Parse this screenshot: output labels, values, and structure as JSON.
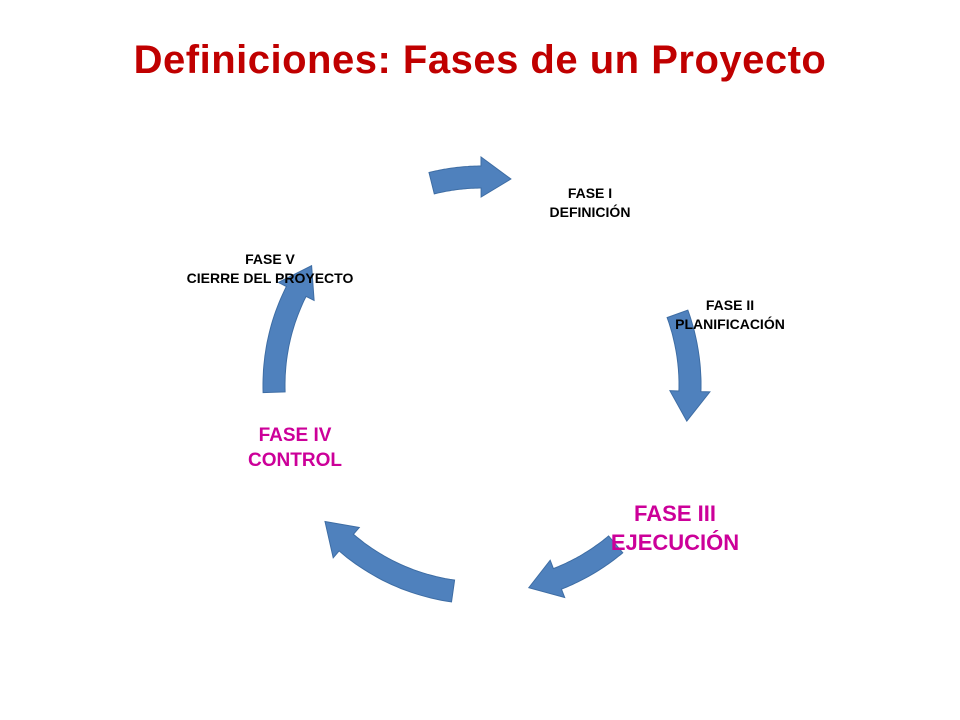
{
  "title": "Definiciones: Fases de un Proyecto",
  "colors": {
    "title": "#c00000",
    "arrow": "#4f81bd",
    "arrow_stroke": "#3e6da4",
    "phase_text": "#000000",
    "phase_highlight": "#cc0099"
  },
  "phases": [
    {
      "line1": "FASE I",
      "line2": "DEFINICIÓN"
    },
    {
      "line1": "FASE II",
      "line2": "PLANIFICACIÓN"
    },
    {
      "line1": "FASE III",
      "line2": "EJECUCIÓN"
    },
    {
      "line1": "FASE IV",
      "line2": "CONTROL"
    },
    {
      "line1": "FASE V",
      "line2": "CIERRE DEL PROYECTO"
    }
  ]
}
